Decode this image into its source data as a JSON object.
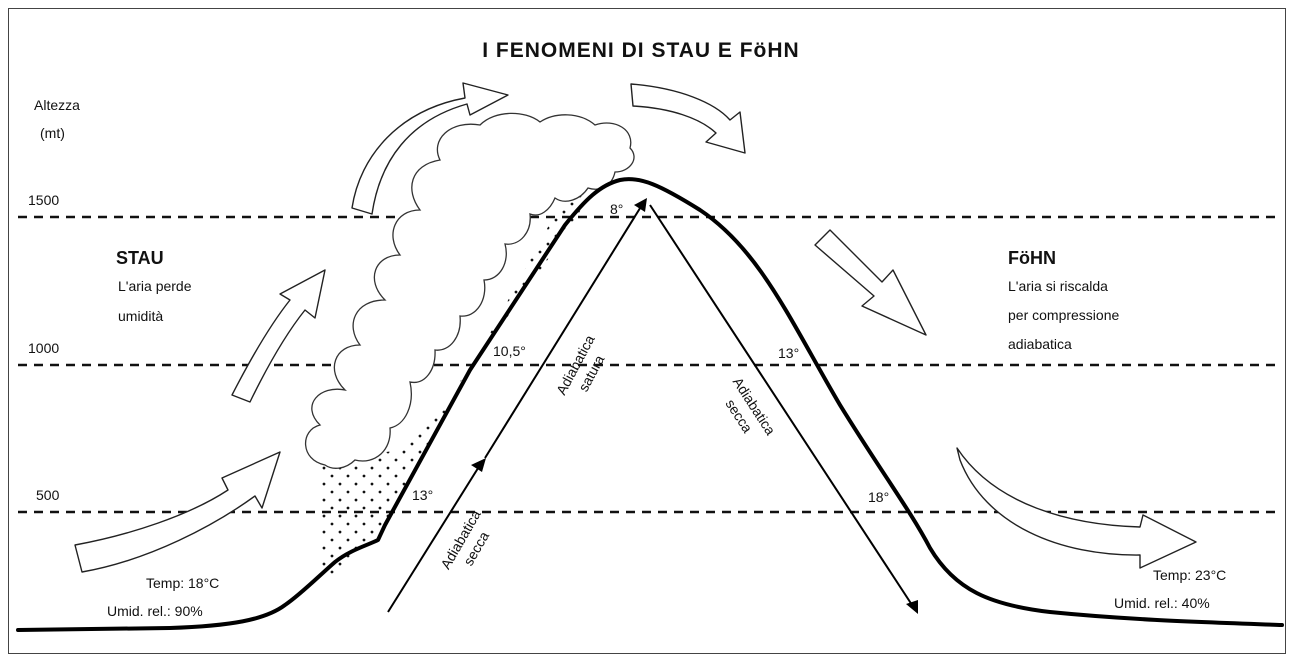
{
  "title": "I FENOMENI DI STAU E FöHN",
  "yaxis": {
    "label_line1": "Altezza",
    "label_line2": "(mt)"
  },
  "levels": [
    "1500",
    "1000",
    "500"
  ],
  "stau": {
    "heading": "STAU",
    "line1": "L'aria perde",
    "line2": "umidità"
  },
  "fohn": {
    "heading": "FöHN",
    "line1": "L'aria si riscalda",
    "line2": "per compressione",
    "line3": "adiabatica"
  },
  "left_conditions": {
    "temp": "Temp:  18°C",
    "humidity": "Umid.  rel.:  90%"
  },
  "right_conditions": {
    "temp": "Temp:  23°C",
    "humidity": "Umid.  rel.:  40%"
  },
  "temperatures": {
    "left_500": "13°",
    "left_1000": "10,5°",
    "summit": "8°",
    "right_1000": "13°",
    "right_500": "18°"
  },
  "processes": {
    "dry_up_1": "Adiabatica",
    "dry_up_2": "secca",
    "sat_up_1": "Adiabatica",
    "sat_up_2": "satura",
    "dry_down_1": "Adiabatica",
    "dry_down_2": "secca"
  }
}
